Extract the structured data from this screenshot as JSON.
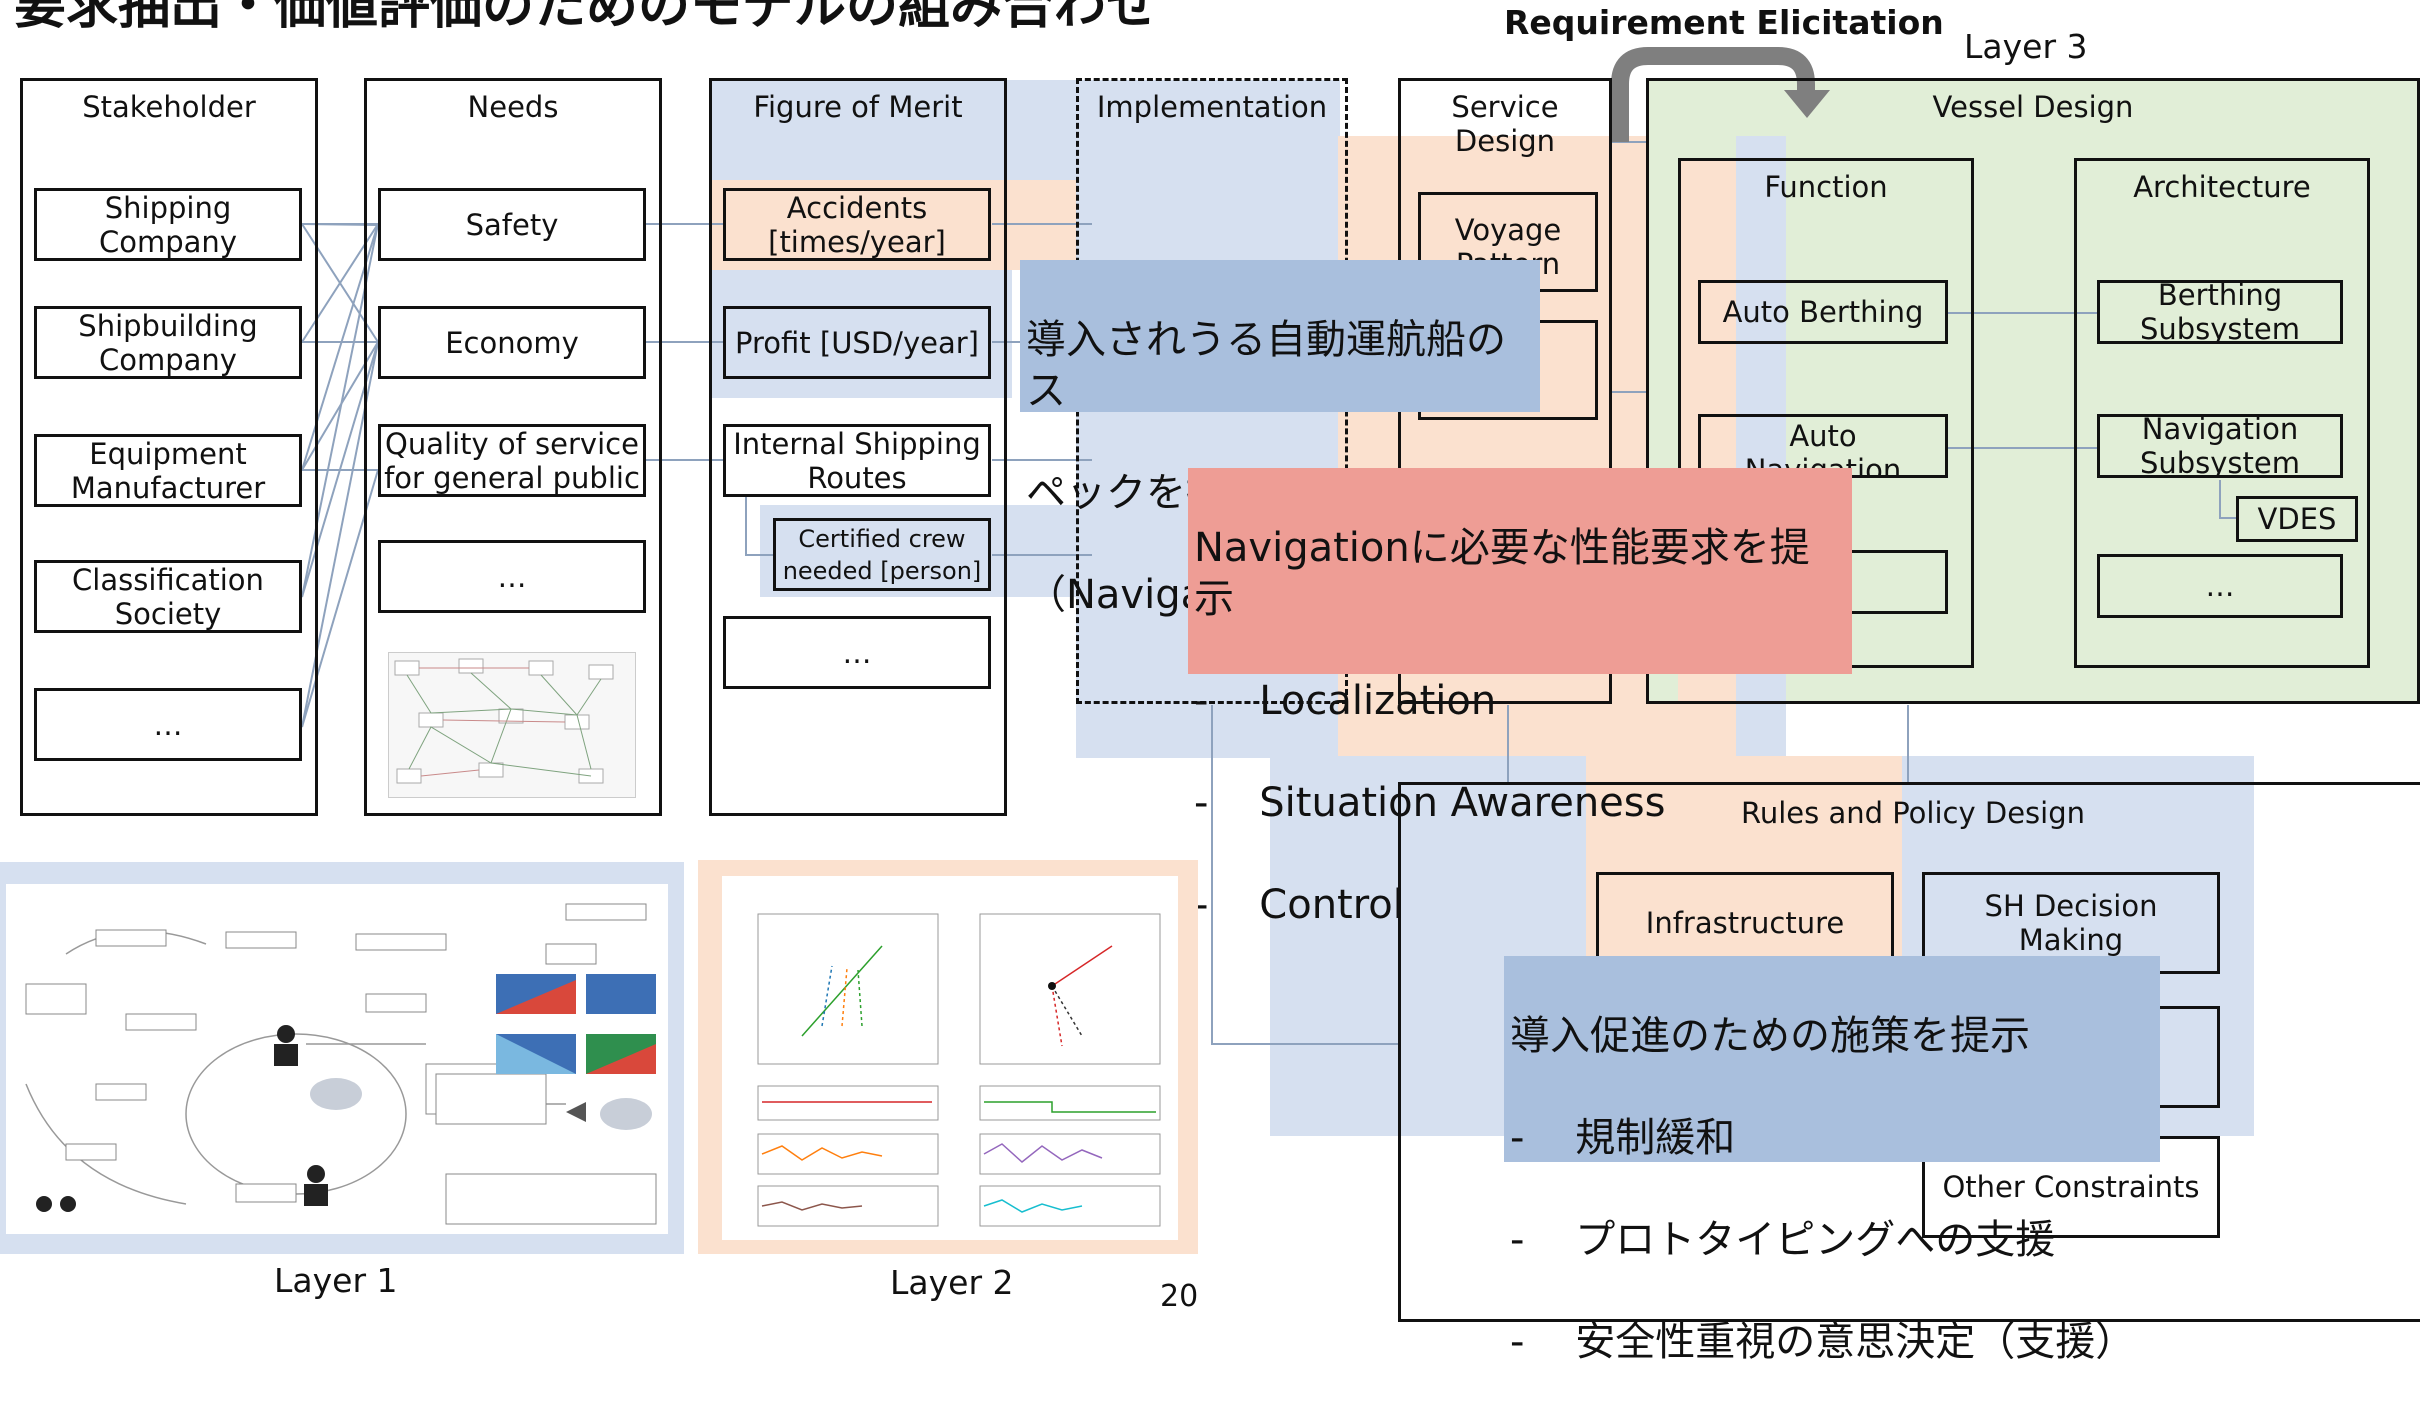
{
  "title": "要求抽出・価値評価のためのモデルの組み合わせ",
  "top": {
    "requirement_elicitation": "Requirement Elicitation",
    "layer3": "Layer 3"
  },
  "stakeholder": {
    "title": "Stakeholder",
    "items": [
      "Shipping\nCompany",
      "Shipbuilding\nCompany",
      "Equipment\nManufacturer",
      "Classification\nSociety",
      "…"
    ]
  },
  "needs": {
    "title": "Needs",
    "items": [
      "Safety",
      "Economy",
      "Quality of service\nfor general public",
      "…"
    ]
  },
  "fom": {
    "title": "Figure of Merit",
    "items": [
      "Accidents\n[times/year]",
      "Profit [USD/year]",
      "Internal Shipping\nRoutes",
      "Certified crew\nneeded [person]",
      "…"
    ]
  },
  "implementation": {
    "title": "Implementation"
  },
  "service": {
    "title": "Service\nDesign",
    "items": [
      "Voyage\nPattern"
    ]
  },
  "vessel": {
    "title": "Vessel Design",
    "function": {
      "title": "Function",
      "items": [
        "Auto Berthing",
        "Auto\nNavigation"
      ]
    },
    "architecture": {
      "title": "Architecture",
      "items": [
        "Berthing\nSubsystem",
        "Navigation\nSubsystem",
        "VDES",
        "…"
      ]
    }
  },
  "rules": {
    "title": "Rules and Policy Design",
    "items": [
      "Infrastructure",
      "SH Decision\nMaking",
      "Other Constraints"
    ]
  },
  "callouts": {
    "implementation": [
      "導入されうる自動運航船のス",
      "ペックを提示",
      "（Navigation半自動化）"
    ],
    "navigation": [
      "Navigationに必要な性能要求を提示",
      "-    Localization",
      "-    Situation Awareness",
      "-    Control"
    ],
    "policy": [
      "導入促進のための施策を提示",
      "-    規制緩和",
      "-    プロトタイピングへの支援",
      "-    安全性重視の意思決定（支援）"
    ]
  },
  "layers": {
    "layer1": "Layer 1",
    "layer2": "Layer 2"
  },
  "page_number": "20",
  "colors": {
    "blue_zone": "#d6e0f0",
    "orange_zone": "#fbe1cf",
    "green_zone": "#e1eed7",
    "callout_blue": "#a9bfdd",
    "callout_red": "#ee9d95",
    "arrow_gray": "#7f7f7f"
  }
}
